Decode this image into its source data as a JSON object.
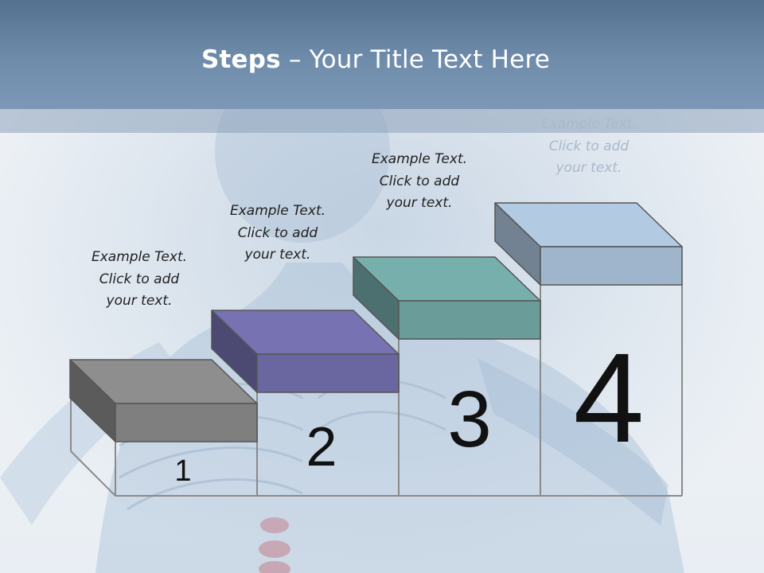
{
  "slide": {
    "title_bold": "Steps",
    "title_rest": " – Your Title Text Here"
  },
  "steps": [
    {
      "number": "1",
      "caption_lines": [
        "Example Text.",
        "Click  to add",
        "your text."
      ],
      "color": "#7f7f7f"
    },
    {
      "number": "2",
      "caption_lines": [
        "Example Text.",
        "Click  to add",
        "your text."
      ],
      "color": "#6a67a0"
    },
    {
      "number": "3",
      "caption_lines": [
        "Example Text.",
        "Click  to add",
        "your text."
      ],
      "color": "#6a9c9a"
    },
    {
      "number": "4",
      "caption_lines": [
        "Example Text.",
        "Click  to add",
        "your text."
      ],
      "color": "#9fb5cb"
    }
  ],
  "colors": {
    "header": "#6b88a8",
    "frame": "#8a8a8a"
  }
}
